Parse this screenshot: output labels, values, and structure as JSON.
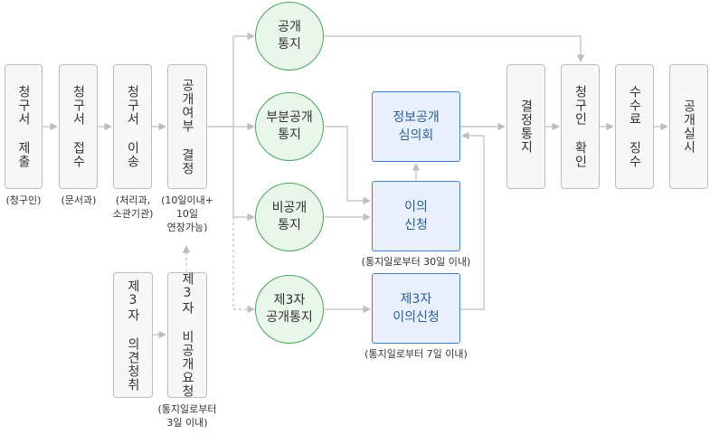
{
  "colors": {
    "circle_fill": "#e9f6ea",
    "circle_border": "#4fa260",
    "box_fill": "#e7f0fb",
    "box_border": "#4a7fbf",
    "step_fill": "#f7f7f7",
    "step_border": "#bdbdbd",
    "line": "#bdbdbd"
  },
  "steps": {
    "request_submit": "청구서 제출",
    "request_receive": "청구서 접수",
    "request_process": "청구서 이송",
    "disclosure_decision": "공개여부 결정",
    "third_party_opinion": "제3자 의견청취",
    "third_party_nondisclosure": "제3자 비공개요청",
    "decision_notice": "결정통지",
    "requester_check": "청구인 확인",
    "fee_collection": "수수료 징수",
    "disclosure_execute": "공개실시"
  },
  "notes": {
    "requester": "(청구인)",
    "document_section": "(문서과)",
    "processing_section": [
      "(처리과,",
      "소관기관)"
    ],
    "decision_period": [
      "(10일이내+",
      "10일",
      "연장가능)"
    ],
    "third_party_period": [
      "(통지일로부터",
      "3일 이내)"
    ],
    "objection_period": "(통지일로부터 30일 이내)",
    "third_party_objection_period": "(통지일로부터 7일 이내)"
  },
  "outcomes": {
    "disclosure": [
      "공개",
      "통지"
    ],
    "partial": [
      "부분공개",
      "통지"
    ],
    "nondisclosure": [
      "비공개",
      "통지"
    ],
    "third_party": [
      "제3자",
      "공개통지"
    ]
  },
  "review": {
    "committee": [
      "정보공개",
      "심의회"
    ],
    "objection": [
      "이의",
      "신청"
    ],
    "third_party_objection": [
      "제3자",
      "이의신청"
    ]
  }
}
